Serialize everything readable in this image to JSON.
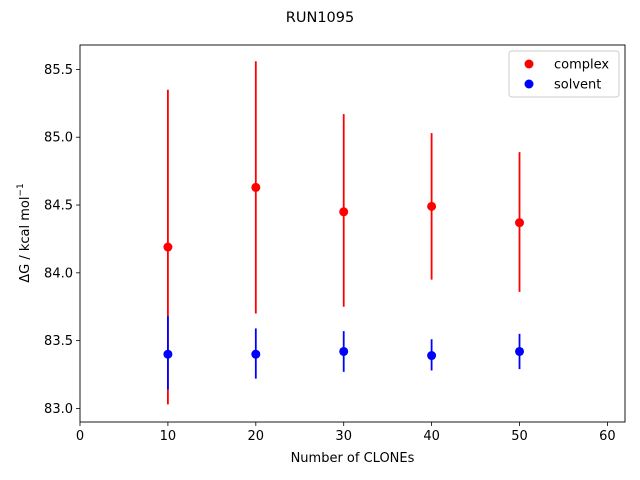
{
  "chart_data": {
    "type": "scatter",
    "title": "RUN1095",
    "xlabel": "Number of CLONEs",
    "ylabel": "ΔG / kcal mol",
    "ylabel_sup": "−1",
    "xlim": [
      0,
      62
    ],
    "ylim": [
      82.9,
      85.68
    ],
    "xticks": [
      0,
      10,
      20,
      30,
      40,
      50,
      60
    ],
    "yticks": [
      83.0,
      83.5,
      84.0,
      84.5,
      85.0,
      85.5
    ],
    "ytick_labels": [
      "83.0",
      "83.5",
      "84.0",
      "84.5",
      "85.0",
      "85.5"
    ],
    "legend_position": "top-right",
    "series": [
      {
        "name": "complex",
        "color": "#ff0000",
        "x": [
          10,
          20,
          30,
          40,
          50
        ],
        "y": [
          84.19,
          84.63,
          84.45,
          84.49,
          84.37
        ],
        "yerr_low": [
          83.03,
          83.7,
          83.75,
          83.95,
          83.86
        ],
        "yerr_high": [
          85.35,
          85.56,
          85.17,
          85.03,
          84.89
        ]
      },
      {
        "name": "solvent",
        "color": "#0000ff",
        "x": [
          10,
          20,
          30,
          40,
          50
        ],
        "y": [
          83.4,
          83.4,
          83.42,
          83.39,
          83.42
        ],
        "yerr_low": [
          83.14,
          83.22,
          83.27,
          83.28,
          83.29
        ],
        "yerr_high": [
          83.68,
          83.59,
          83.57,
          83.51,
          83.55
        ]
      }
    ]
  }
}
